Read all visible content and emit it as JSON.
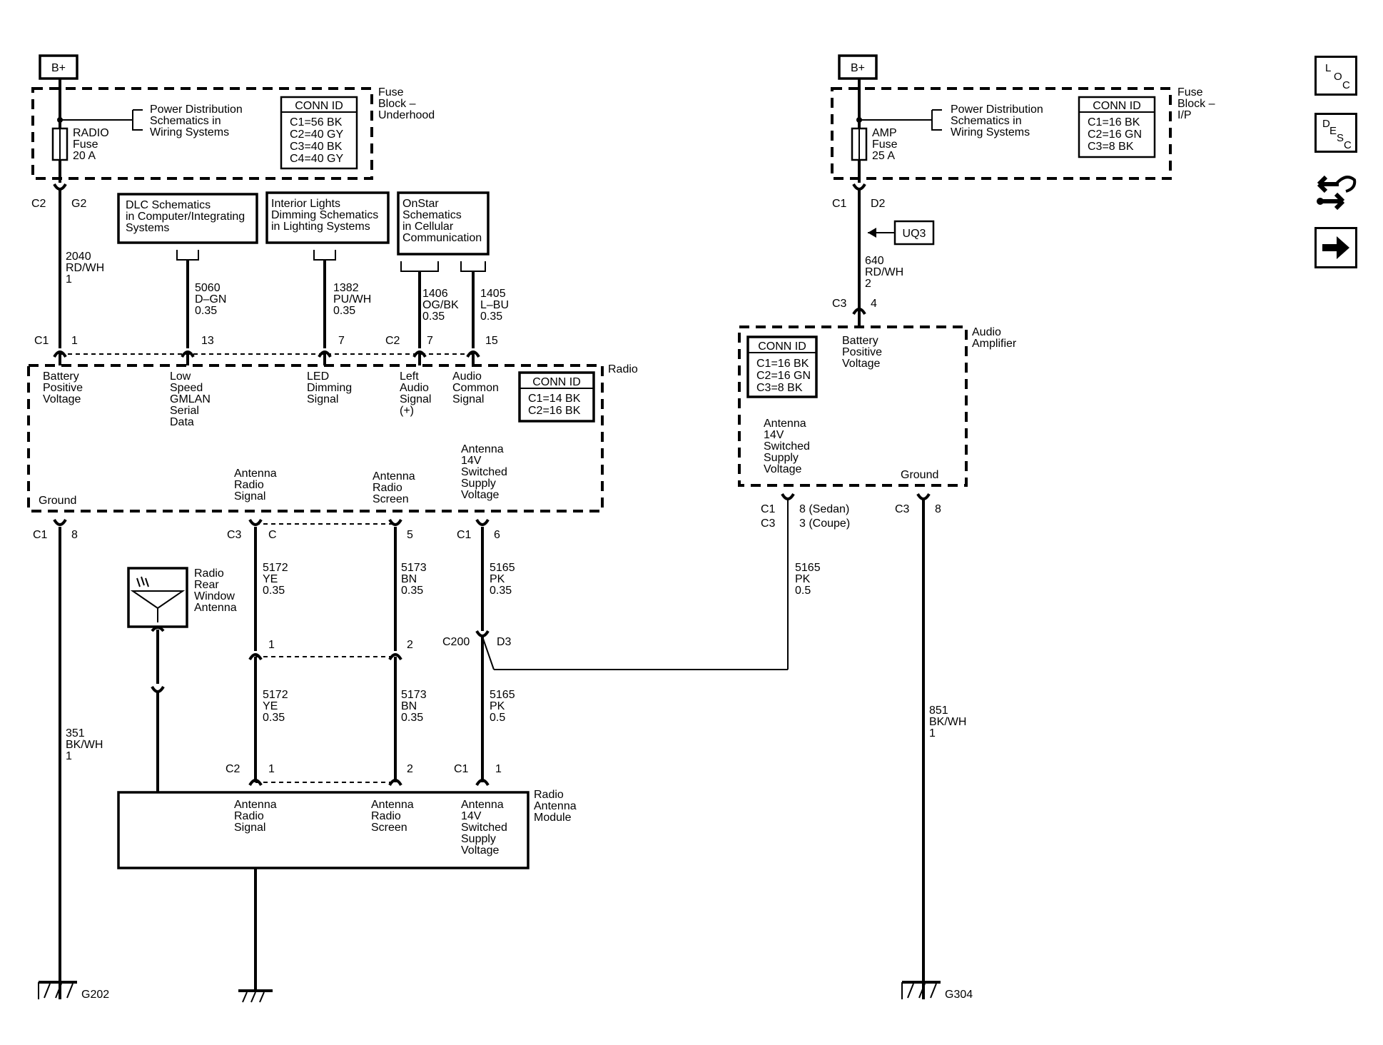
{
  "left_power": {
    "source": "B+",
    "fuse_name": "RADIO",
    "fuse_word": "Fuse",
    "fuse_rating": "20 A",
    "fuse_block": [
      "Fuse",
      "Block –",
      "Underhood"
    ],
    "ref": [
      "Power Distribution",
      "Schematics in",
      "Wiring Systems"
    ],
    "conn_title": "CONN ID",
    "conn": [
      "C1=56 BK",
      "C2=40 GY",
      "C3=40 BK",
      "C4=40 GY"
    ],
    "out_conn": "C2",
    "out_pin": "G2",
    "wire": [
      "2040",
      "RD/WH",
      "1"
    ]
  },
  "right_power": {
    "source": "B+",
    "fuse_name": "AMP",
    "fuse_word": "Fuse",
    "fuse_rating": "25 A",
    "fuse_block": [
      "Fuse",
      "Block –",
      "I/P"
    ],
    "ref": [
      "Power Distribution",
      "Schematics in",
      "Wiring Systems"
    ],
    "conn_title": "CONN ID",
    "conn": [
      "C1=16 BK",
      "C2=16 GN",
      "C3=8 BK"
    ],
    "out_conn": "C1",
    "out_pin": "D2",
    "option": "UQ3",
    "wire": [
      "640",
      "RD/WH",
      "2"
    ],
    "in_conn": "C3",
    "in_pin": "4"
  },
  "refs": {
    "dlc": [
      "DLC Schematics",
      "in Computer/Integrating",
      "Systems"
    ],
    "interior": [
      "Interior Lights",
      "Dimming Schematics",
      "in Lighting Systems"
    ],
    "onstar": [
      "OnStar",
      "Schematics",
      "in Cellular",
      "Communication"
    ]
  },
  "radio_top_wires": {
    "w5060": [
      "5060",
      "D–GN",
      "0.35"
    ],
    "w1382": [
      "1382",
      "PU/WH",
      "0.35"
    ],
    "w1406": [
      "1406",
      "OG/BK",
      "0.35"
    ],
    "w1405": [
      "1405",
      "L–BU",
      "0.35"
    ]
  },
  "radio": {
    "name": "Radio",
    "conn_title": "CONN ID",
    "conn": [
      "C1=14 BK",
      "C2=16 BK"
    ],
    "top_pins": [
      {
        "conn": "C1",
        "pin": "1",
        "label": [
          "Battery",
          "Positive",
          "Voltage"
        ]
      },
      {
        "conn": "",
        "pin": "13",
        "label": [
          "Low",
          "Speed",
          "GMLAN",
          "Serial",
          "Data"
        ]
      },
      {
        "conn": "",
        "pin": "7",
        "label": [
          "LED",
          "Dimming",
          "Signal"
        ]
      },
      {
        "conn": "C2",
        "pin": "7",
        "label": [
          "Left",
          "Audio",
          "Signal",
          "(+)"
        ]
      },
      {
        "conn": "",
        "pin": "15",
        "label": [
          "Audio",
          "Common",
          "Signal"
        ]
      }
    ],
    "bottom_labels": {
      "ground": [
        "Ground"
      ],
      "ant_signal": [
        "Antenna",
        "Radio",
        "Signal"
      ],
      "ant_screen": [
        "Antenna",
        "Radio",
        "Screen"
      ],
      "ant_supply": [
        "Antenna",
        "14V",
        "Switched",
        "Supply",
        "Voltage"
      ]
    },
    "bottom_pins": {
      "ground": {
        "conn": "C1",
        "pin": "8"
      },
      "ant_signal": {
        "conn": "C3",
        "pin": "C"
      },
      "ant_screen": {
        "conn": "",
        "pin": "5"
      },
      "ant_supply": {
        "conn": "C1",
        "pin": "6"
      }
    }
  },
  "amplifier": {
    "name": [
      "Audio",
      "Amplifier"
    ],
    "conn_title": "CONN ID",
    "conn": [
      "C1=16 BK",
      "C2=16 GN",
      "C3=8 BK"
    ],
    "batt_label": [
      "Battery",
      "Positive",
      "Voltage"
    ],
    "ant_label": [
      "Antenna",
      "14V",
      "Switched",
      "Supply",
      "Voltage"
    ],
    "ground_label": [
      "Ground"
    ],
    "ant_pin": {
      "conn1": "C1",
      "pin1": "8 (Sedan)",
      "conn2": "C3",
      "pin2": "3 (Coupe)"
    },
    "ground_pin": {
      "conn": "C3",
      "pin": "8"
    },
    "wire_5165": [
      "5165",
      "PK",
      "0.5"
    ],
    "wire_851": [
      "851",
      "BK/WH",
      "1"
    ]
  },
  "mid_wires": {
    "w5172_top": [
      "5172",
      "YE",
      "0.35"
    ],
    "w5173_top": [
      "5173",
      "BN",
      "0.35"
    ],
    "w5165_top": [
      "5165",
      "PK",
      "0.35"
    ],
    "w5172_bot": [
      "5172",
      "YE",
      "0.35"
    ],
    "w5173_bot": [
      "5173",
      "BN",
      "0.35"
    ],
    "w5165_bot": [
      "5165",
      "PK",
      "0.5"
    ],
    "w351": [
      "351",
      "BK/WH",
      "1"
    ]
  },
  "inline": {
    "c200": "C200",
    "d3": "D3",
    "pin1": "1",
    "pin2": "2"
  },
  "rear_antenna": [
    "Radio",
    "Rear",
    "Window",
    "Antenna"
  ],
  "ant_module": {
    "name": [
      "Radio",
      "Antenna",
      "Module"
    ],
    "conn_c2": "C2",
    "pin1": "1",
    "pin2": "2",
    "conn_c1": "C1",
    "pin3": "1",
    "signal": [
      "Antenna",
      "Radio",
      "Signal"
    ],
    "screen": [
      "Antenna",
      "Radio",
      "Screen"
    ],
    "supply": [
      "Antenna",
      "14V",
      "Switched",
      "Supply",
      "Voltage"
    ]
  },
  "grounds": {
    "g202": "G202",
    "g304": "G304"
  },
  "nav": {
    "loc": [
      "L",
      "O",
      "C"
    ],
    "desc": [
      "D",
      "E",
      "S",
      "C"
    ]
  }
}
